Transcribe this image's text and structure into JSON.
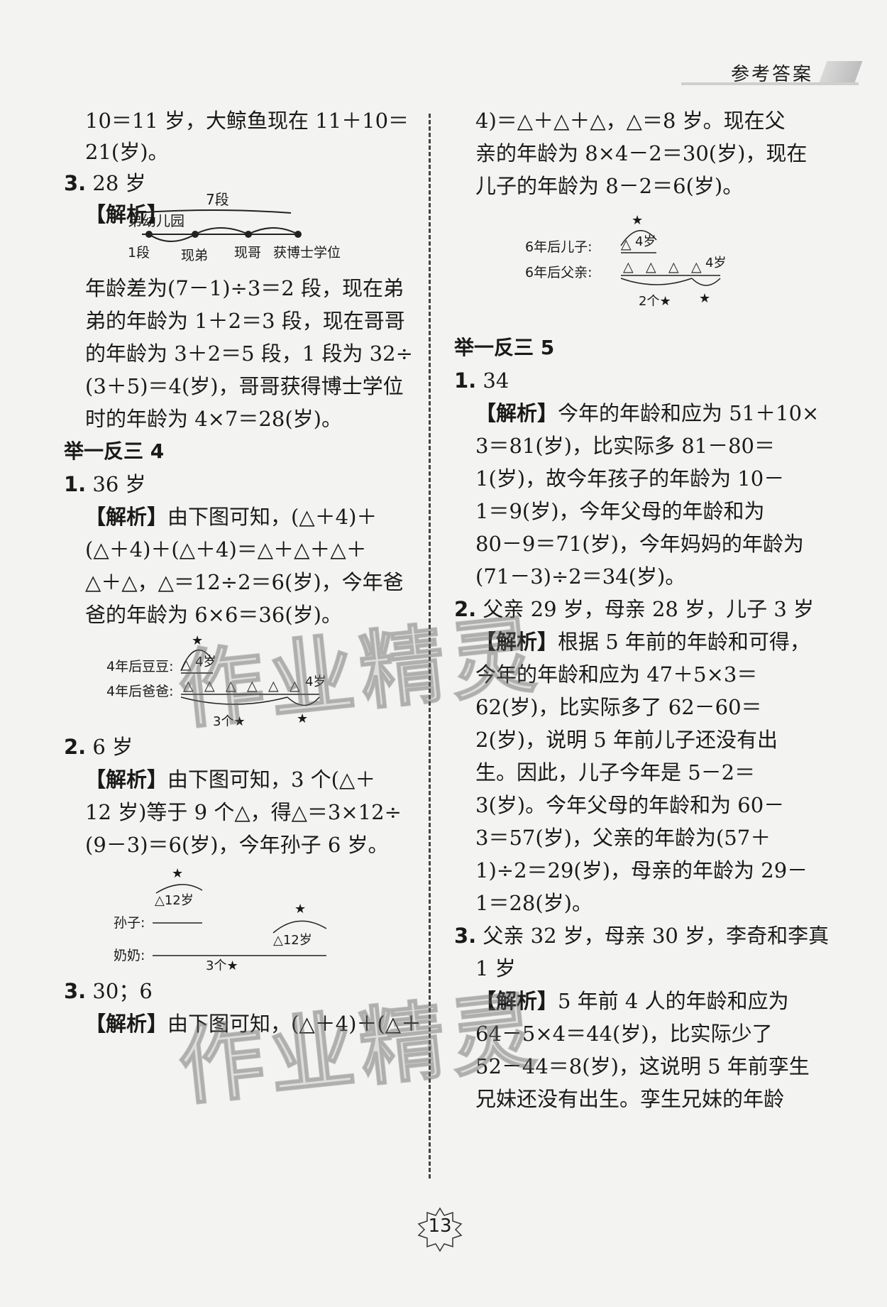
{
  "header": {
    "title": "参考答案"
  },
  "left": {
    "lines": [
      "10＝11 岁，大鲸鱼现在 11＋10＝",
      "21(岁)。",
      "28 岁",
      "年龄差为(7－1)÷3＝2 段，现在弟",
      "弟的年龄为 1＋2＝3 段，现在哥哥",
      "的年龄为 3＋2＝5 段，1 段为 32÷",
      "(3＋5)＝4(岁)，哥哥获得博士学位",
      "时的年龄为 4×7＝28(岁)。",
      "举一反三 4",
      "36 岁",
      "由下图可知，(△＋4)＋",
      "(△＋4)＋(△＋4)＝△＋△＋△＋",
      "△＋△，△＝12÷2＝6(岁)，今年爸",
      "爸的年龄为 6×6＝36(岁)。",
      "6 岁",
      "由下图可知，3 个(△＋",
      "12 岁)等于 9 个△，得△＝3×12÷",
      "(9－3)＝6(岁)，今年孙子 6 岁。",
      "30；6",
      "由下图可知，(△＋4)＋(△＋"
    ],
    "item_numbers": [
      "3.",
      "1.",
      "2.",
      "3."
    ],
    "analysis_tag": "【解析】",
    "d1": {
      "top_label": "7段",
      "left_label": "弟幼儿园",
      "b1": "1段",
      "b2": "现弟",
      "b3": "现哥",
      "b4": "获博士学位"
    },
    "d2": {
      "row1": "4年后豆豆:",
      "row2": "4年后爸爸:",
      "tri": "△",
      "age": "4岁",
      "star": "★",
      "count": "3个★"
    },
    "d3": {
      "row1": "孙子:",
      "row2": "奶奶:",
      "age": "△12岁",
      "age2": "△12岁",
      "star": "★",
      "count": "3个★"
    }
  },
  "right": {
    "lines": [
      "4)＝△＋△＋△，△＝8 岁。现在父",
      "亲的年龄为 8×4－2＝30(岁)，现在",
      "儿子的年龄为 8－2＝6(岁)。",
      "举一反三 5",
      "34",
      "今年的年龄和应为 51＋10×",
      "3＝81(岁)，比实际多 81－80＝",
      "1(岁)，故今年孩子的年龄为 10－",
      "1＝9(岁)，今年父母的年龄和为",
      "80－9＝71(岁)，今年妈妈的年龄为",
      "(71－3)÷2＝34(岁)。",
      "父亲 29 岁，母亲 28 岁，儿子 3 岁",
      "根据 5 年前的年龄和可得，",
      "今年的年龄和应为 47＋5×3＝",
      "62(岁)，比实际多了 62－60＝",
      "2(岁)，说明 5 年前儿子还没有出",
      "生。因此，儿子今年是 5－2＝",
      "3(岁)。今年父母的年龄和为 60－",
      "3＝57(岁)，父亲的年龄为(57＋",
      "1)÷2＝29(岁)，母亲的年龄为 29－",
      "1＝28(岁)。",
      "父亲 32 岁，母亲 30 岁，李奇和李真",
      "1 岁",
      "5 年前 4 人的年龄和应为",
      "64－5×4＝44(岁)，比实际少了",
      "52－44＝8(岁)，这说明 5 年前孪生",
      "兄妹还没有出生。孪生兄妹的年龄"
    ],
    "item_numbers": [
      "1.",
      "2.",
      "3."
    ],
    "analysis_tag": "【解析】",
    "d4": {
      "row1": "6年后儿子:",
      "row2": "6年后父亲:",
      "tri": "△",
      "age": "4岁",
      "star": "★",
      "count": "2个★"
    }
  },
  "watermark": "作业精灵",
  "page_number": "13"
}
